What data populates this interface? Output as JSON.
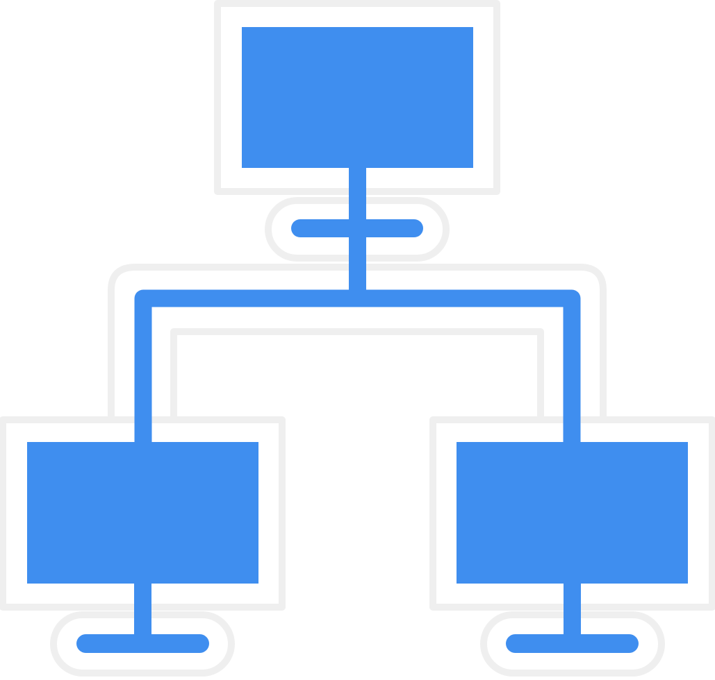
{
  "icon": {
    "name": "network-hierarchy-icon",
    "colors": {
      "fill": "#3f8eef",
      "outline": "#efefef",
      "background": "#ffffff"
    },
    "nodes": [
      "top-monitor",
      "left-monitor",
      "right-monitor"
    ]
  }
}
